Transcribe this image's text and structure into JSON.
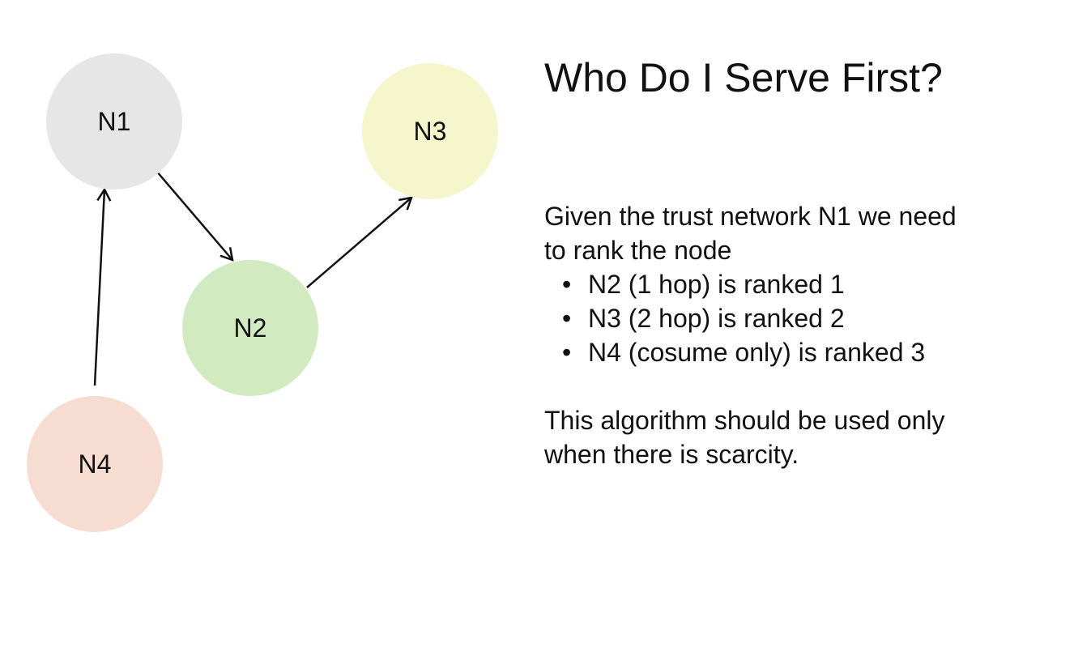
{
  "slide": {
    "title": "Who Do I Serve First?",
    "intro_line1": "Given the trust network N1 we need",
    "intro_line2": "to rank the node",
    "ranks": [
      "N2 (1 hop) is ranked 1",
      "N3 (2 hop) is ranked 2",
      "N4 (cosume only) is ranked 3"
    ],
    "note_line1": "This algorithm should be used only",
    "note_line2": "when there is scarcity."
  },
  "diagram": {
    "nodes": [
      {
        "id": "N1",
        "label": "N1",
        "color": "#e6e6e6"
      },
      {
        "id": "N2",
        "label": "N2",
        "color": "#d2eac0"
      },
      {
        "id": "N3",
        "label": "N3",
        "color": "#f5f6cc"
      },
      {
        "id": "N4",
        "label": "N4",
        "color": "#f7ddd1"
      }
    ],
    "edges": [
      {
        "from": "N1",
        "to": "N2"
      },
      {
        "from": "N2",
        "to": "N3"
      },
      {
        "from": "N4",
        "to": "N1"
      }
    ]
  }
}
